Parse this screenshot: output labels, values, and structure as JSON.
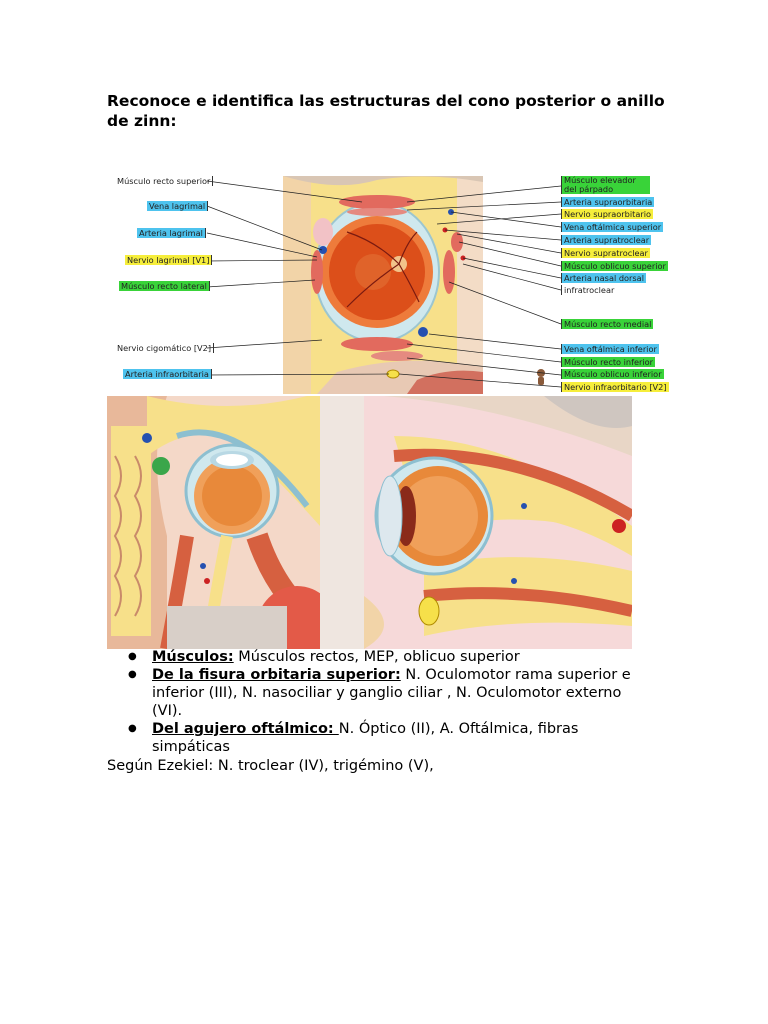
{
  "title": "Reconoce e identifica las estructuras del cono posterior o anillo de zinn:",
  "figure_top": {
    "labels_left": [
      {
        "text": "Músculo recto superior",
        "color": "none"
      },
      {
        "text": "Vena lagrimal",
        "color": "blue"
      },
      {
        "text": "Arteria lagrimal",
        "color": "blue"
      },
      {
        "text": "Nervio lagrimal [V1]",
        "color": "yellow"
      },
      {
        "text": "Músculo recto lateral",
        "color": "green"
      },
      {
        "text": "Nervio cigomático [V2]",
        "color": "none"
      },
      {
        "text": "Arteria infraorbitaria",
        "color": "blue"
      }
    ],
    "labels_right": [
      {
        "text": "Músculo elevador del párpado",
        "color": "green"
      },
      {
        "text": "Arteria supraorbitaria",
        "color": "blue"
      },
      {
        "text": "Nervio supraorbitario",
        "color": "yellow"
      },
      {
        "text": "Vena oftálmica superior",
        "color": "blue"
      },
      {
        "text": "Arteria supratroclear",
        "color": "blue"
      },
      {
        "text": "Nervio supratroclear",
        "color": "yellow"
      },
      {
        "text": "Músculo oblicuo superior",
        "color": "green"
      },
      {
        "text": "Arteria nasal dorsal",
        "color": "blue"
      },
      {
        "text": "infratroclear",
        "color": "none"
      },
      {
        "text": "Músculo recto medial",
        "color": "green"
      },
      {
        "text": "Vena oftálmica inferior",
        "color": "blue"
      },
      {
        "text": "Músculo recto inferior",
        "color": "green"
      },
      {
        "text": "Músculo oblicuo inferior",
        "color": "green"
      },
      {
        "text": "Nervio infraorbitario [V2]",
        "color": "yellow"
      }
    ]
  },
  "bullets": [
    {
      "label": "Músculos:",
      "text": " Músculos rectos, MEP, oblicuo superior"
    },
    {
      "label": "De la fisura orbitaria superior:",
      "text": " N. Oculomotor rama superior e inferior (III), N. nasociliar y ganglio ciliar , N. Oculomotor externo (VI)."
    },
    {
      "label": "Del agujero oftálmico: ",
      "text": "N. Óptico (II), A. Oftálmica, fibras simpáticas"
    }
  ],
  "closing": "Según Ezekiel: N. troclear (IV), trigémino (V),",
  "colors": {
    "label_blue": "#4ec3ee",
    "label_yellow": "#f6ee3b",
    "label_green": "#39d339"
  }
}
